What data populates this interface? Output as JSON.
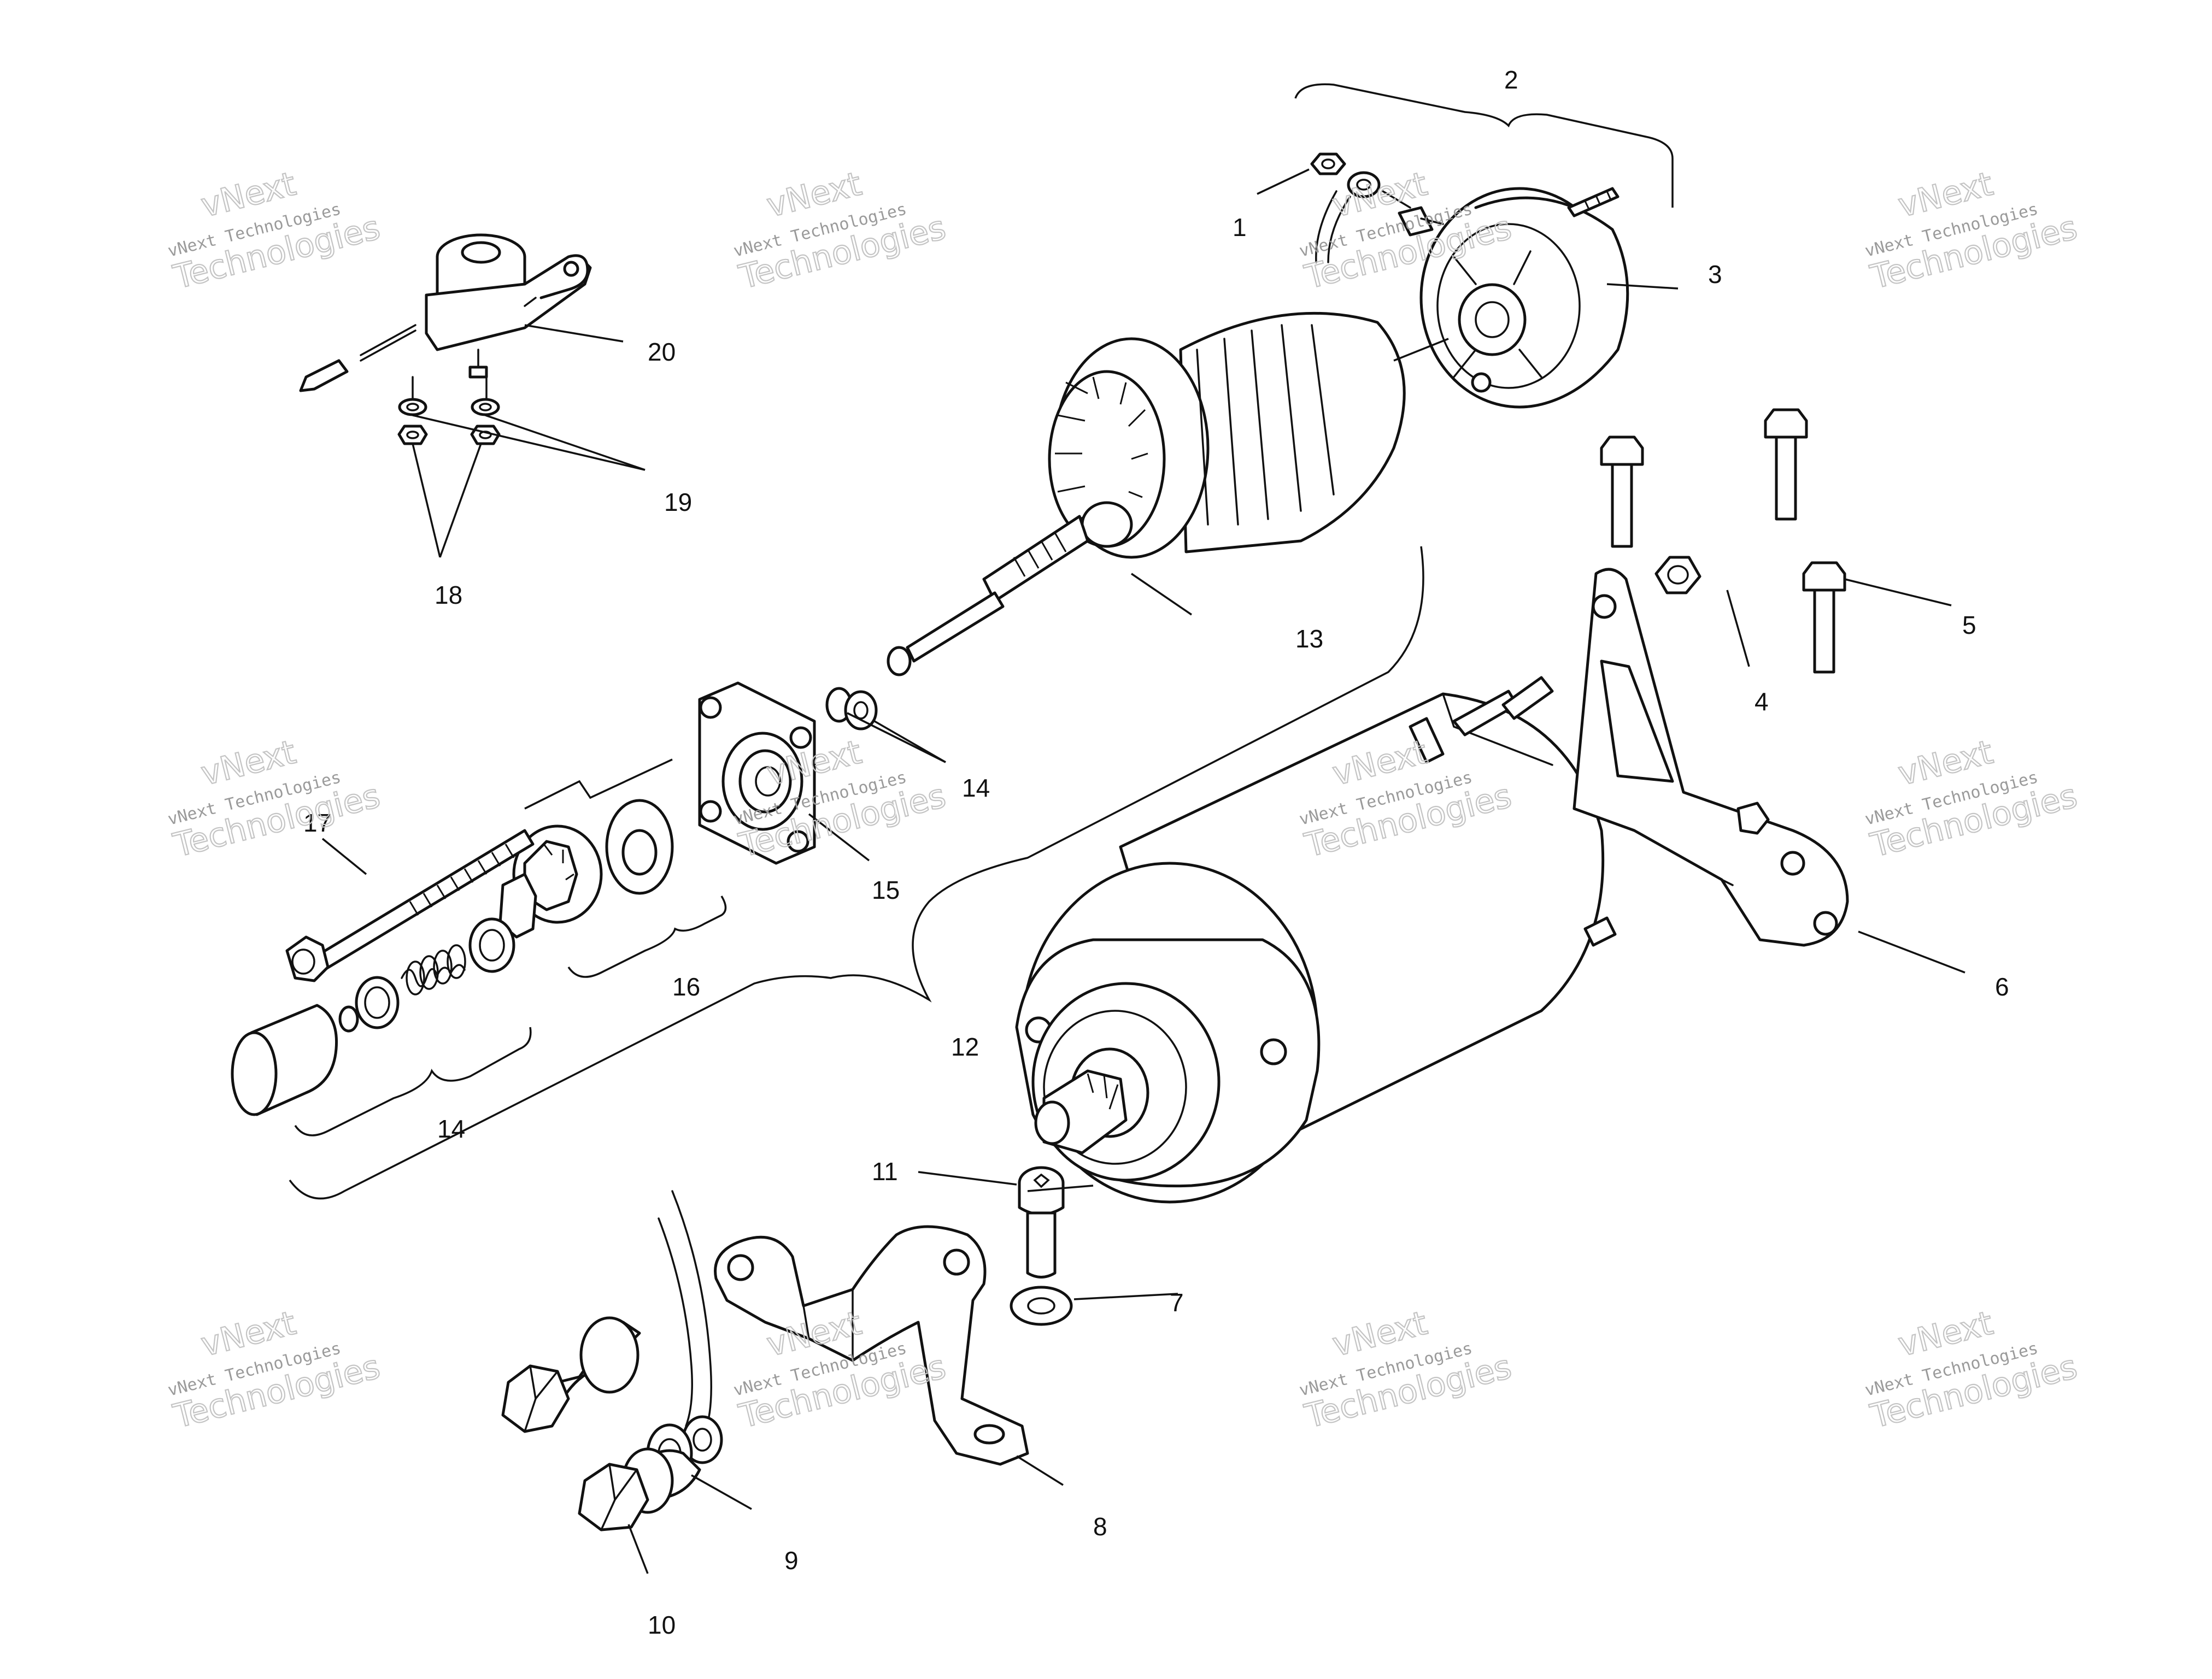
{
  "watermark": {
    "line1": "vNext",
    "line2": "vNext Technologies",
    "line3": "Technologies"
  },
  "callouts": [
    {
      "id": "1",
      "label": "1"
    },
    {
      "id": "2",
      "label": "2"
    },
    {
      "id": "3",
      "label": "3"
    },
    {
      "id": "4",
      "label": "4"
    },
    {
      "id": "5",
      "label": "5"
    },
    {
      "id": "6",
      "label": "6"
    },
    {
      "id": "7",
      "label": "7"
    },
    {
      "id": "8",
      "label": "8"
    },
    {
      "id": "9",
      "label": "9"
    },
    {
      "id": "10",
      "label": "10"
    },
    {
      "id": "11",
      "label": "11"
    },
    {
      "id": "12",
      "label": "12"
    },
    {
      "id": "13",
      "label": "13"
    },
    {
      "id": "14a",
      "label": "14"
    },
    {
      "id": "14b",
      "label": "14"
    },
    {
      "id": "15",
      "label": "15"
    },
    {
      "id": "16",
      "label": "16"
    },
    {
      "id": "17",
      "label": "17"
    },
    {
      "id": "18",
      "label": "18"
    },
    {
      "id": "19",
      "label": "19"
    },
    {
      "id": "20",
      "label": "20"
    }
  ]
}
